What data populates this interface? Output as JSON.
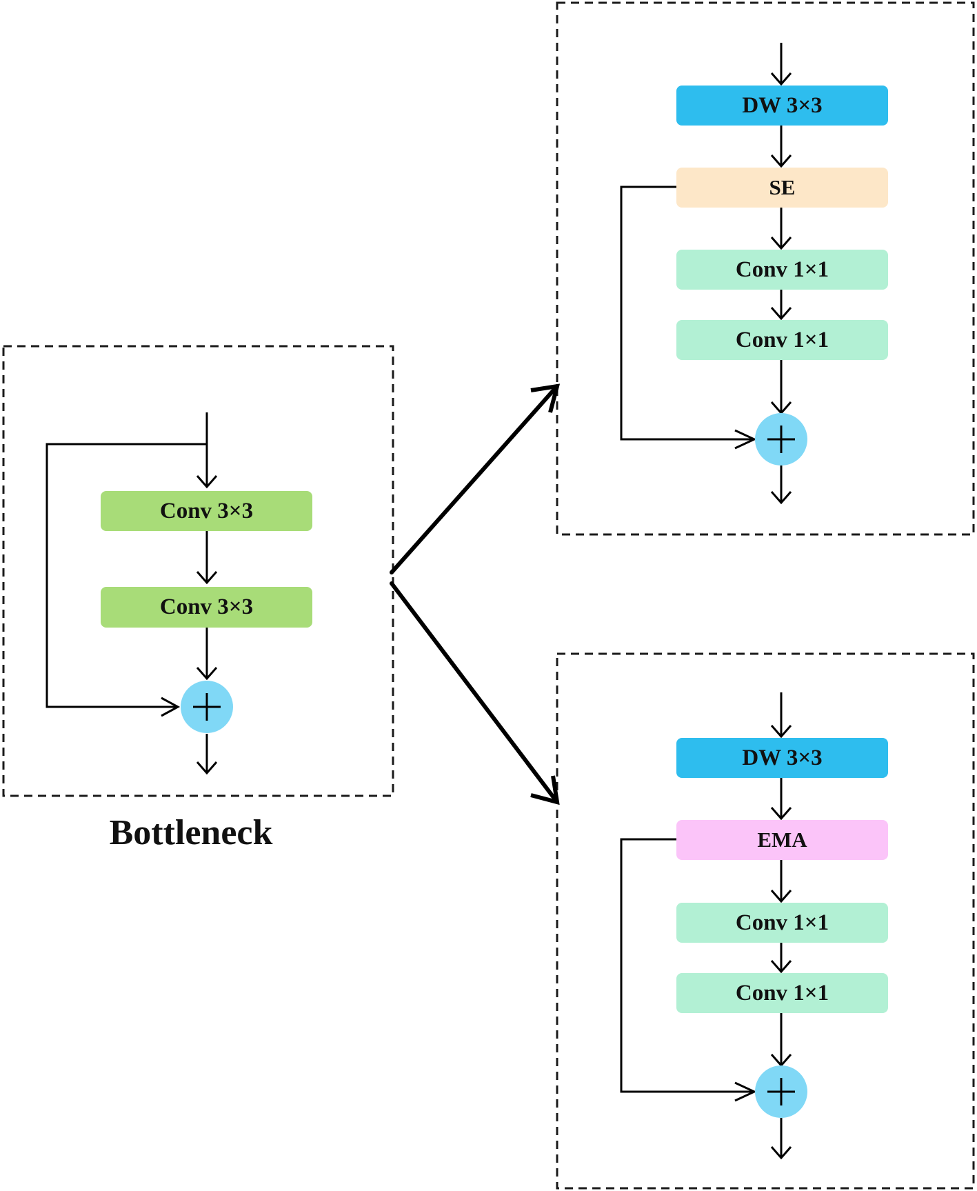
{
  "bottleneck": {
    "caption": "Bottleneck",
    "blocks": [
      "Conv 3×3",
      "Conv 3×3"
    ]
  },
  "variant_se": {
    "blocks": [
      "DW 3×3",
      "SE",
      "Conv 1×1",
      "Conv 1×1"
    ]
  },
  "variant_ema": {
    "blocks": [
      "DW 3×3",
      "EMA",
      "Conv 1×1",
      "Conv 1×1"
    ]
  },
  "colors": {
    "conv3x3": "#a8dc78",
    "dw3x3": "#2ebdee",
    "se": "#fde7c8",
    "ema": "#fbc4f9",
    "conv1x1": "#b2f0d4",
    "add_node": "#80d8f6",
    "line": "#000000",
    "dashed_frame": "#1a1a1a"
  },
  "icons": {
    "add_node": "plus-icon",
    "flow_arrow": "arrow-down-icon",
    "branch_arrow": "arrow-right-icon"
  }
}
